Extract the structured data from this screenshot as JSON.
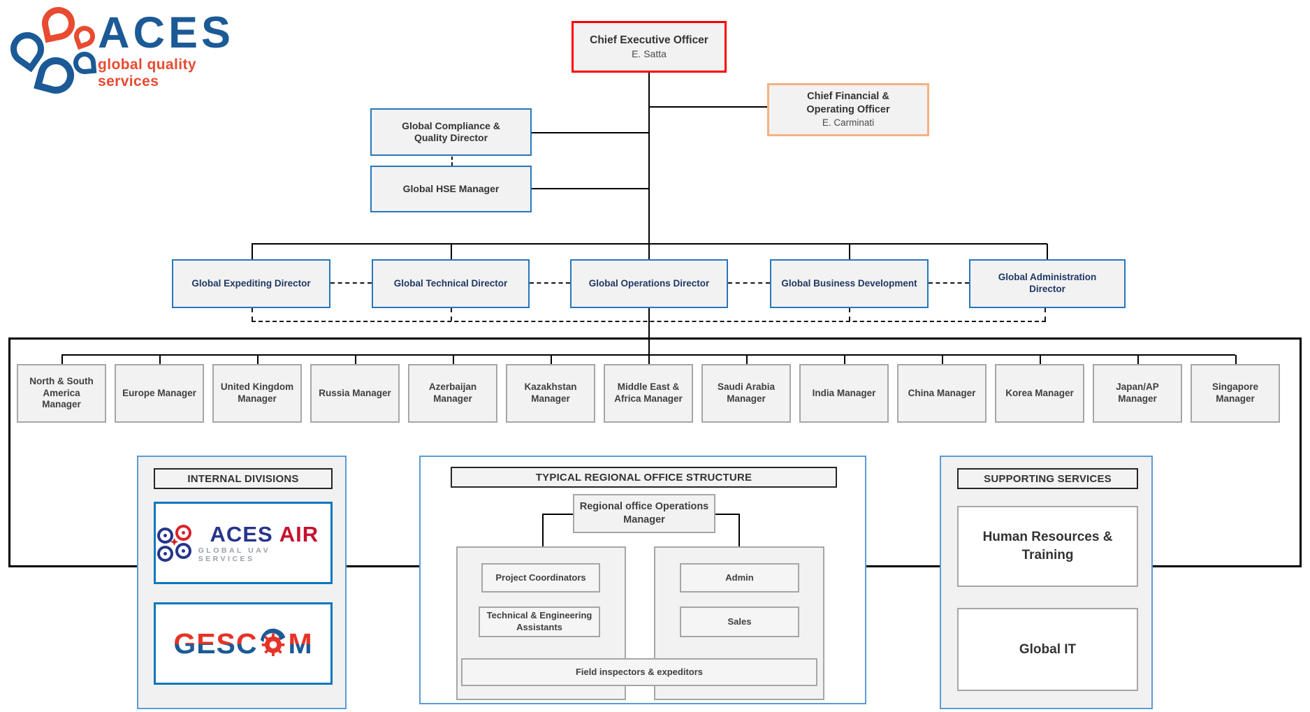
{
  "logo": {
    "brand": "ACES",
    "tagline": "global quality services"
  },
  "top": {
    "ceo_title": "Chief Executive Officer",
    "ceo_name": "E. Satta",
    "cfo_title": "Chief Financial & Operating Officer",
    "cfo_name": "E. Carminati",
    "compliance": "Global  Compliance & Quality Director",
    "hse": "Global  HSE Manager"
  },
  "directors": [
    "Global Expediting Director",
    "Global Technical Director",
    "Global Operations Director",
    "Global Business Development",
    "Global Administration Director"
  ],
  "managers": [
    "North & South America Manager",
    "Europe Manager",
    "United Kingdom Manager",
    "Russia Manager",
    "Azerbaijan Manager",
    "Kazakhstan Manager",
    "Middle East & Africa Manager",
    "Saudi Arabia Manager",
    "India Manager",
    "China Manager",
    "Korea Manager",
    "Japan/AP Manager",
    "Singapore Manager"
  ],
  "panels": {
    "internal": {
      "title": "INTERNAL DIVISIONS",
      "aces_air": {
        "name": "ACES",
        "suffix": "AIR",
        "tagline": "GLOBAL UAV SERVICES"
      },
      "gescom": {
        "left": "GESC",
        "right": "M"
      }
    },
    "regional": {
      "title": "TYPICAL REGIONAL OFFICE STRUCTURE",
      "manager": "Regional office Operations Manager",
      "project_coordinators": "Project Coordinators",
      "tech_assistants": "Technical & Engineering Assistants",
      "admin": "Admin",
      "sales": "Sales",
      "field": "Field inspectors & expeditors"
    },
    "supporting": {
      "title": "SUPPORTING SERVICES",
      "hr": "Human Resources  & Training",
      "it": "Global IT"
    }
  },
  "colors": {
    "ceo_border": "#fe0000",
    "cfo_border": "#f4b183",
    "box_blue": "#2777bc",
    "panel_blue": "#5b9bd5",
    "navy_text": "#1f3864",
    "gray_border": "#a6a6a6",
    "logo_blue": "#1b5a96",
    "logo_red": "#e84a31",
    "gescom_red": "#e63328",
    "aces_air_navy": "#27348b",
    "aces_air_red": "#c8102e"
  }
}
